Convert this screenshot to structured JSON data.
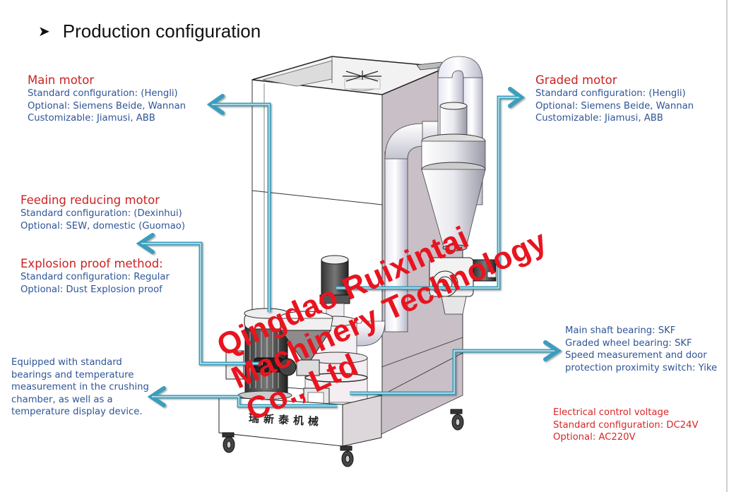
{
  "slide": {
    "title": "Production configuration",
    "bullet_icon": "arrowhead-bullet-icon"
  },
  "annotations": {
    "main_motor": {
      "heading": "Main motor",
      "lines": [
        "Standard configuration: (Hengli)",
        "Optional: Siemens Beide, Wannan",
        "Customizable: Jiamusi, ABB"
      ]
    },
    "graded_motor": {
      "heading": "Graded motor",
      "lines": [
        "Standard configuration:  (Hengli)",
        "Optional: Siemens Beide, Wannan",
        "Customizable: Jiamusi, ABB"
      ]
    },
    "feeding_motor": {
      "heading": "Feeding reducing motor",
      "lines": [
        "Standard configuration:  (Dexinhui)",
        "Optional: SEW, domestic (Guomao)"
      ]
    },
    "explosion_proof": {
      "heading": "Explosion proof method:",
      "lines": [
        "Standard configuration: Regular",
        "Optional: Dust Explosion proof"
      ]
    },
    "temperature": {
      "lines": [
        "Equipped with standard",
        "bearings and temperature",
        "measurement in the crushing",
        "chamber, as well as a",
        "temperature display device."
      ]
    },
    "bearings": {
      "lines": [
        "Main shaft bearing: SKF",
        "Graded wheel bearing: SKF",
        "Speed measurement and door",
        "protection proximity switch: Yike"
      ]
    },
    "voltage": {
      "lines": [
        "Electrical control voltage",
        "Standard configuration: DC24V",
        "Optional: AC220V"
      ]
    }
  },
  "machine": {
    "brand_label": "瑞新泰机械"
  },
  "watermark": "Qingdao Ruixintai Machinery Technology Co., Ltd",
  "colors": {
    "heading_red": "#cc2222",
    "body_blue": "#2f5597",
    "arrow_teal": "#3a9ebd",
    "watermark_red": "#e8141f",
    "cabinet_side": "#c9bfc6"
  }
}
